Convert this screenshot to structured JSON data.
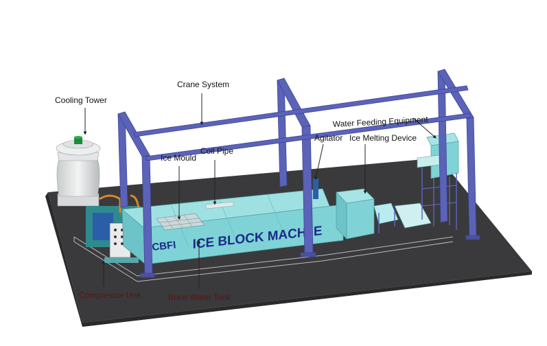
{
  "diagram": {
    "labels": {
      "cooling_tower": "Cooling Tower",
      "crane_system": "Crane System",
      "ice_mould": "Ice Mould",
      "coil_pipe": "Coil Pipe",
      "water_feeding": "Water Feeding Equipment",
      "agitator": "Agitator",
      "ice_melting": "Ice Melting Device",
      "compressor_unit": "Compressor Unit",
      "brine_tank": "Brine Water Tank"
    },
    "machine_text": "ICE BLOCK MACH  IE",
    "brand_logo": "CBFI",
    "colors": {
      "floor": "#3a3a3c",
      "tank": "#7fd3d6",
      "tank_top": "#9fe1e2",
      "crane": "#5b63b8",
      "label_dark": "#111111",
      "label_red": "#5a1410"
    }
  }
}
